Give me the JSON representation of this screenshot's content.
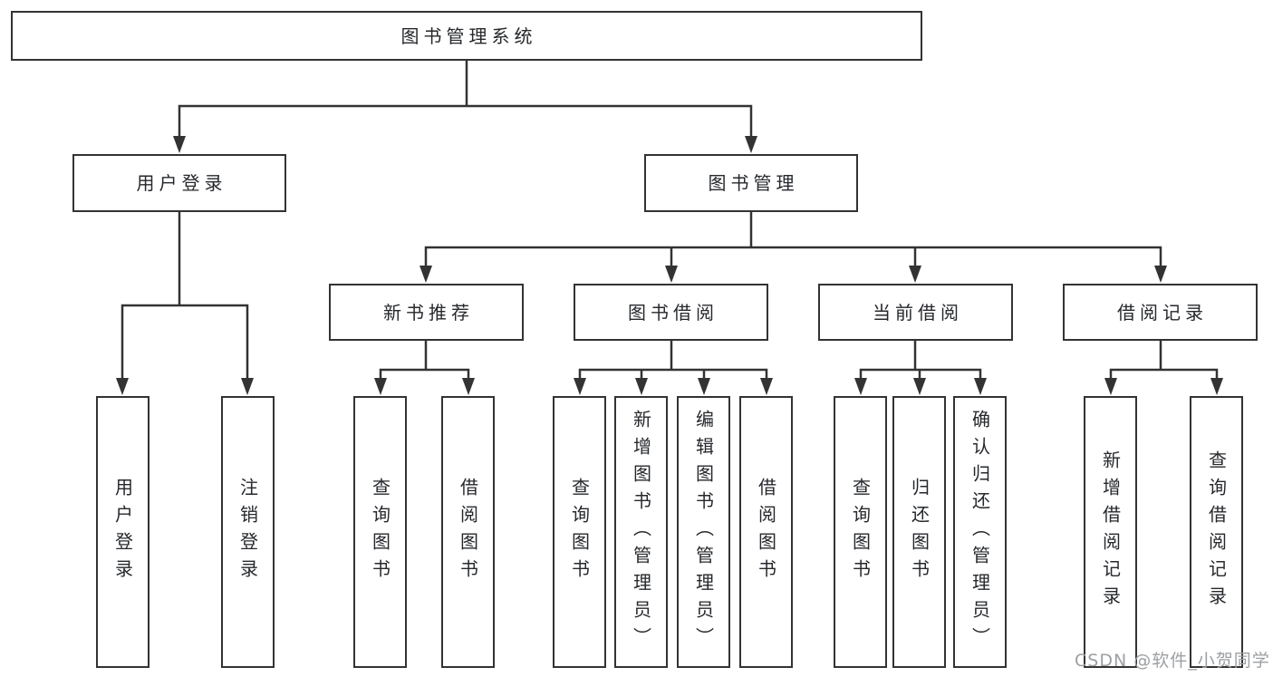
{
  "diagram": {
    "root_label": "图书管理系统",
    "level2": [
      {
        "id": "user-login",
        "label": "用户登录",
        "children": [
          "用户登录",
          "注销登录"
        ]
      },
      {
        "id": "book-management",
        "label": "图书管理"
      }
    ],
    "level3": [
      {
        "id": "new-book-recommend",
        "label": "新书推荐",
        "children": [
          "查询图书",
          "借阅图书"
        ]
      },
      {
        "id": "book-borrow",
        "label": "图书借阅",
        "children": [
          "查询图书",
          "新增图书（管理员）",
          "编辑图书（管理员）",
          "借阅图书"
        ]
      },
      {
        "id": "current-borrow",
        "label": "当前借阅",
        "children": [
          "查询图书",
          "归还图书",
          "确认归还（管理员）"
        ]
      },
      {
        "id": "borrow-record",
        "label": "借阅记录",
        "children": [
          "新增借阅记录",
          "查询借阅记录"
        ]
      }
    ]
  },
  "watermark": {
    "text": "CSDN @软件_小贺同学"
  },
  "colors": {
    "line": "#333333",
    "box_border": "#333333",
    "text": "#26282c",
    "watermark": "#9da0a3",
    "background": "#ffffff"
  }
}
